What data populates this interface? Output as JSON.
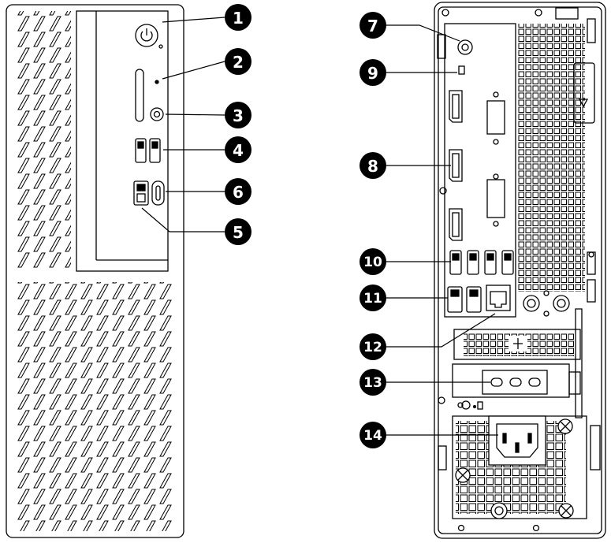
{
  "colors": {
    "line": "#000000",
    "background": "#ffffff",
    "callout_fill": "#000000",
    "callout_text": "#ffffff"
  },
  "front_view": {
    "callouts": [
      {
        "number": "1",
        "target": "power-button"
      },
      {
        "number": "2",
        "target": "drive-activity-light"
      },
      {
        "number": "3",
        "target": "audio-jack"
      },
      {
        "number": "4",
        "target": "usb-a-ports-pair"
      },
      {
        "number": "5",
        "target": "usb-a-port"
      },
      {
        "number": "6",
        "target": "usb-c-port"
      }
    ]
  },
  "rear_view": {
    "callouts": [
      {
        "number": "7",
        "target": "audio-jack"
      },
      {
        "number": "8",
        "target": "displayport-ports"
      },
      {
        "number": "9",
        "target": "diagnostic-light"
      },
      {
        "number": "10",
        "target": "usb-a-ports-top-row"
      },
      {
        "number": "11",
        "target": "usb-a-ports-bottom-row"
      },
      {
        "number": "12",
        "target": "rj45-network-port"
      },
      {
        "number": "13",
        "target": "expansion-card-ports"
      },
      {
        "number": "14",
        "target": "power-connector"
      }
    ]
  }
}
